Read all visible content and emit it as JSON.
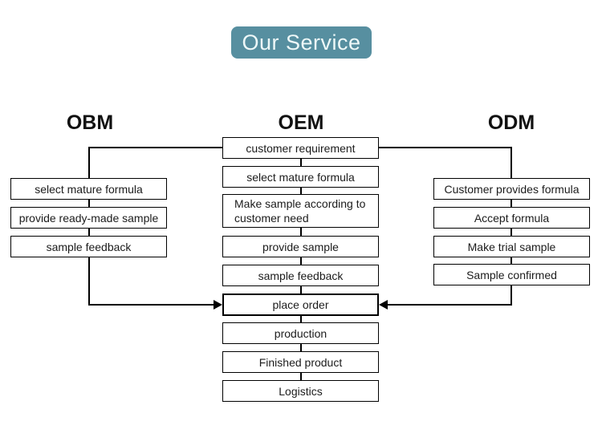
{
  "badge": {
    "label": "Our Service",
    "bg_color": "#578fa0",
    "text_color": "#eef8f8"
  },
  "colors": {
    "line": "#000000",
    "box_border": "#000000",
    "background": "#ffffff"
  },
  "columns": [
    {
      "id": "obm",
      "header": "OBM",
      "boxes": [
        "select mature formula",
        "provide ready-made sample",
        "sample feedback"
      ]
    },
    {
      "id": "oem",
      "header": "OEM",
      "boxes": [
        "customer requirement",
        "select mature formula",
        "Make sample according to customer need",
        "provide sample",
        "sample feedback",
        "place order",
        "production",
        "Finished product",
        "Logistics"
      ]
    },
    {
      "id": "odm",
      "header": "ODM",
      "boxes": [
        "Customer provides formula",
        "Accept formula",
        "Make trial sample",
        "Sample confirmed"
      ]
    }
  ],
  "flow_notes": {
    "merge_point": "place order",
    "obm_branch_joins": "place order",
    "odm_branch_joins": "place order",
    "source_box": "customer requirement"
  }
}
